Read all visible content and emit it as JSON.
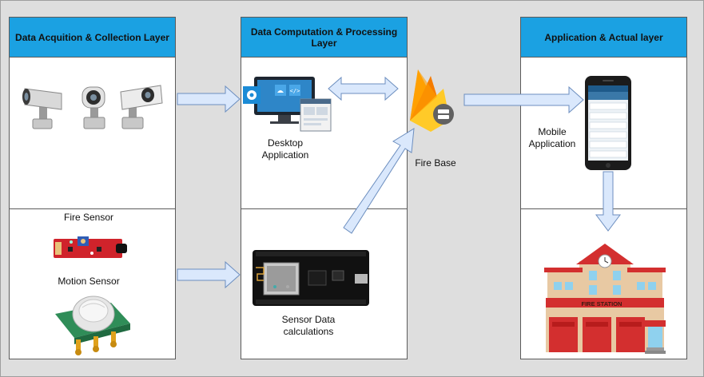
{
  "layers": [
    {
      "title": "Data Acquition & Collection Layer"
    },
    {
      "title": "Data Computation & Processing Layer"
    },
    {
      "title": "Application & Actual layer"
    }
  ],
  "nodes": {
    "fire_sensor": "Fire Sensor",
    "motion_sensor": "Motion Sensor",
    "desktop_app": "Desktop\nApplication",
    "firebase": "Fire Base",
    "sensor_data": "Sensor Data\ncalculations",
    "mobile_app": "Mobile\nApplication",
    "fire_station_sign": "FIRE STATION"
  },
  "colors": {
    "header": "#1ba1e2",
    "arrow_fill": "#dae8fc",
    "arrow_stroke": "#6c8ebf",
    "background": "#dedede"
  }
}
